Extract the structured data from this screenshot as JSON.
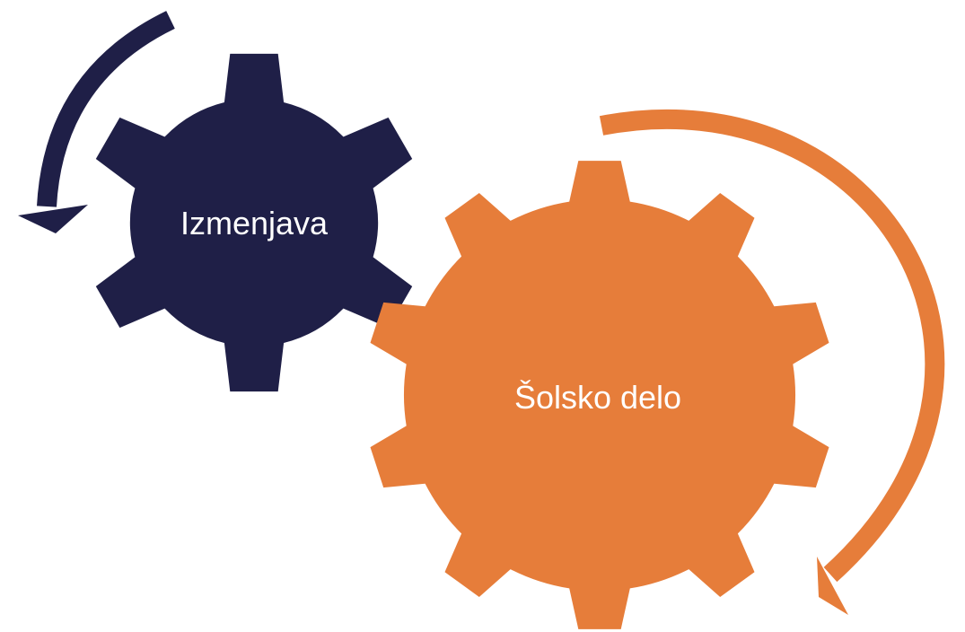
{
  "diagram": {
    "gears": [
      {
        "label": "Izmenjava",
        "color": "#1f1f47"
      },
      {
        "label": "Šolsko delo",
        "color": "#e67d3a"
      }
    ],
    "arrows": [
      {
        "direction": "counter-clockwise",
        "color": "#1f1f47"
      },
      {
        "direction": "clockwise",
        "color": "#e67d3a"
      }
    ]
  }
}
